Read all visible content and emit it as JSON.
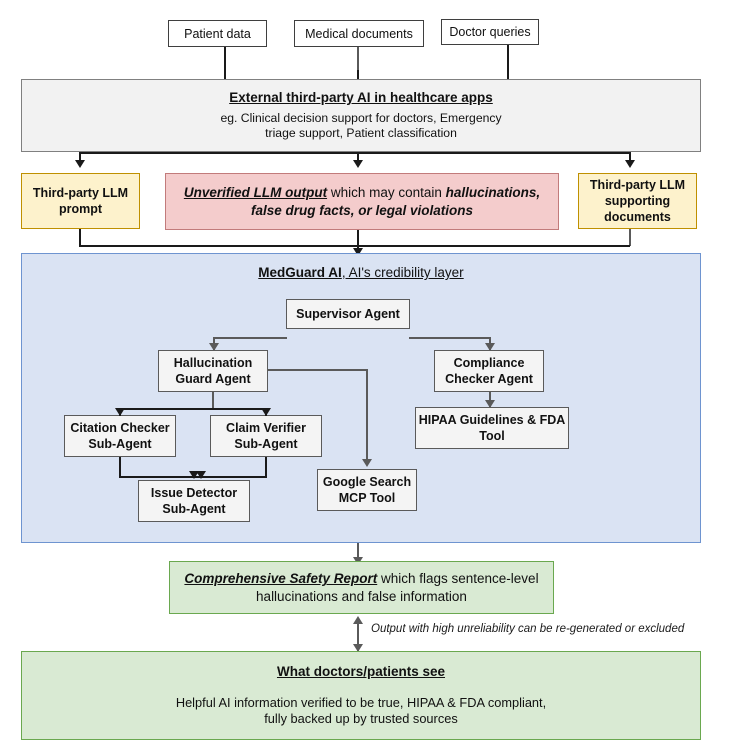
{
  "diagram": {
    "sources": [
      {
        "label": "Patient data"
      },
      {
        "label": "Medical documents"
      },
      {
        "label": "Doctor queries"
      }
    ],
    "external": {
      "title": "External third-party AI in healthcare apps",
      "line1": "eg. Clinical decision support for doctors, Emergency",
      "line2": "triage support, Patient classification"
    },
    "prompt_box": {
      "line1": "Third-party LLM",
      "line2": "prompt"
    },
    "unverified_box": {
      "emphasis": "Unverified LLM output",
      "mid": " which may contain ",
      "bold1": "hallucinations,",
      "line2": "false drug facts, or legal violations"
    },
    "supporting_box": {
      "line1": "Third-party LLM",
      "line2": "supporting",
      "line3": "documents"
    },
    "medguard": {
      "title_bold": "MedGuard AI",
      "title_rest": ", AI's credibility layer",
      "nodes": {
        "supervisor": "Supervisor Agent",
        "hallucination_l1": "Hallucination",
        "hallucination_l2": "Guard Agent",
        "compliance_l1": "Compliance",
        "compliance_l2": "Checker Agent",
        "citation_l1": "Citation Checker",
        "citation_l2": "Sub-Agent",
        "claim_l1": "Claim Verifier",
        "claim_l2": "Sub-Agent",
        "issue_l1": "Issue Detector",
        "issue_l2": "Sub-Agent",
        "google_l1": "Google Search",
        "google_l2": "MCP Tool",
        "hipaa_l1": "HIPAA Guidelines & FDA",
        "hipaa_l2": "Tool"
      }
    },
    "safety_report": {
      "emphasis": "Comprehensive Safety Report",
      "rest": " which flags sentence-level",
      "line2": "hallucinations and false information"
    },
    "feedback_note": "Output with high unreliability can be re-generated or excluded",
    "final": {
      "title": "What doctors/patients see",
      "line1": "Helpful AI information verified to be true, HIPAA & FDA compliant,",
      "line2": "fully backed up by trusted sources"
    }
  },
  "colors": {
    "yellow_fill": "#fdf2cc",
    "yellow_border": "#bf9000",
    "red_fill": "#f4cccc",
    "red_border": "#c27b7b",
    "blue_fill": "#dae3f3",
    "blue_border": "#6e94d0",
    "green_fill": "#d9ead3",
    "green_border": "#6aa84f",
    "grey_fill": "#f2f2f2",
    "grey_border": "#808080",
    "node_fill": "#f4f4f4",
    "node_border": "#5a5a5a"
  }
}
